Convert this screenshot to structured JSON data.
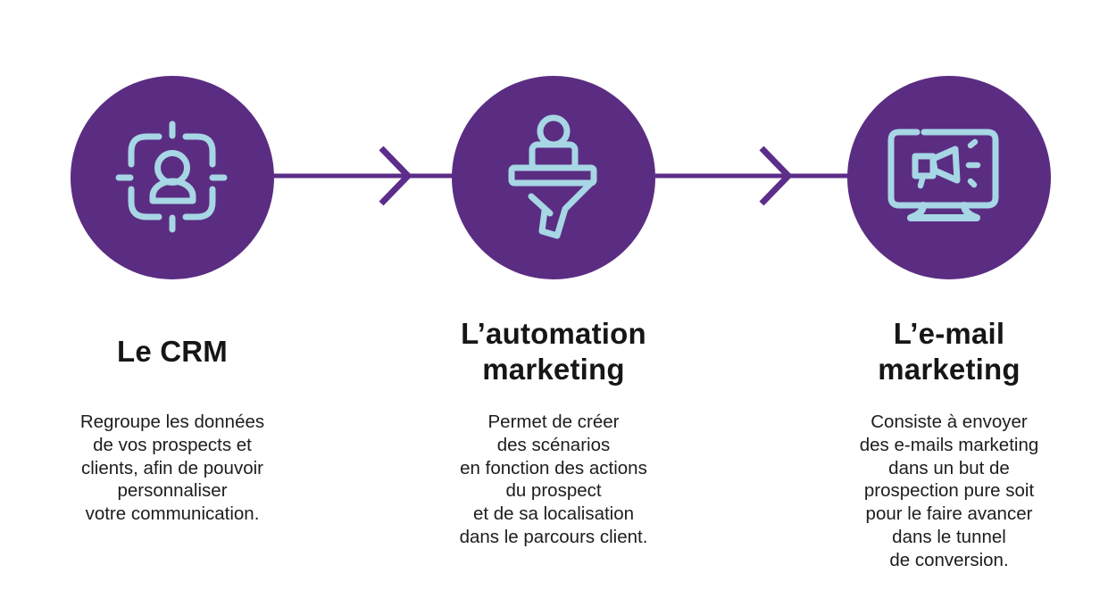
{
  "colors": {
    "background": "#ffffff",
    "circle": "#5b2d82",
    "arrow": "#5c2d8a",
    "icon": "#a7d6e5",
    "title": "#161616",
    "body": "#1d1d1d"
  },
  "steps": [
    {
      "icon": "target-user-icon",
      "title": "Le CRM",
      "description": "Regroupe les données\nde vos prospects et\nclients, afin de pouvoir\npersonnaliser\nvotre communication."
    },
    {
      "icon": "funnel-user-icon",
      "title": "L’automation\nmarketing",
      "description": "Permet de créer\ndes scénarios\nen fonction des actions\ndu prospect\net de sa localisation\ndans le parcours client."
    },
    {
      "icon": "monitor-megaphone-icon",
      "title": "L’e-mail\nmarketing",
      "description": "Consiste à envoyer\ndes e-mails marketing\ndans un but de\nprospection pure soit\npour le faire avancer\ndans le tunnel\nde conversion."
    }
  ]
}
